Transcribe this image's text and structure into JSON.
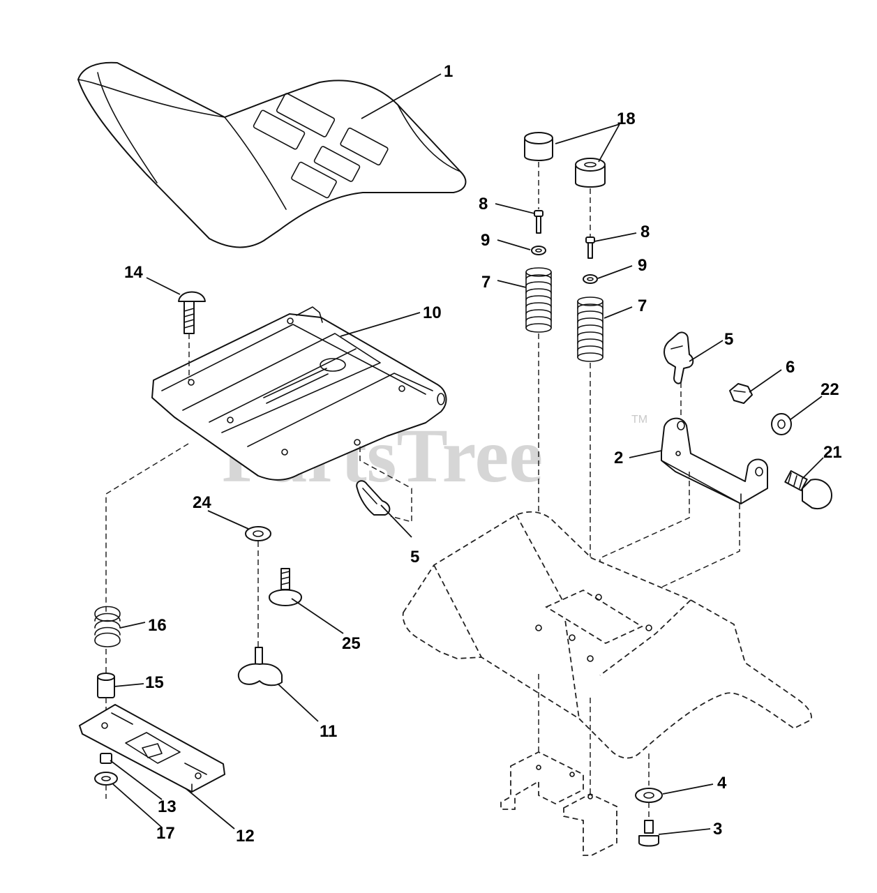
{
  "watermark": {
    "text": "PartsTree",
    "trademark": "TM"
  },
  "callouts": {
    "seat": "1",
    "bracket": "2",
    "bolt_3": "3",
    "washer_4": "4",
    "knob_5_upper": "5",
    "knob_5_lower": "5",
    "nut_6": "6",
    "spring_7_left": "7",
    "spring_7_right": "7",
    "screw_8_left": "8",
    "screw_8_right": "8",
    "washer_9_left": "9",
    "washer_9_right": "9",
    "seat_pan": "10",
    "knob_11": "11",
    "slide_plate": "12",
    "nut_13": "13",
    "carriage_bolt_14": "14",
    "spacer_15": "15",
    "spring_16": "16",
    "washer_17": "17",
    "bumper_18": "18",
    "bolt_21": "21",
    "washer_22": "22",
    "washer_24": "24",
    "bolt_25": "25"
  }
}
